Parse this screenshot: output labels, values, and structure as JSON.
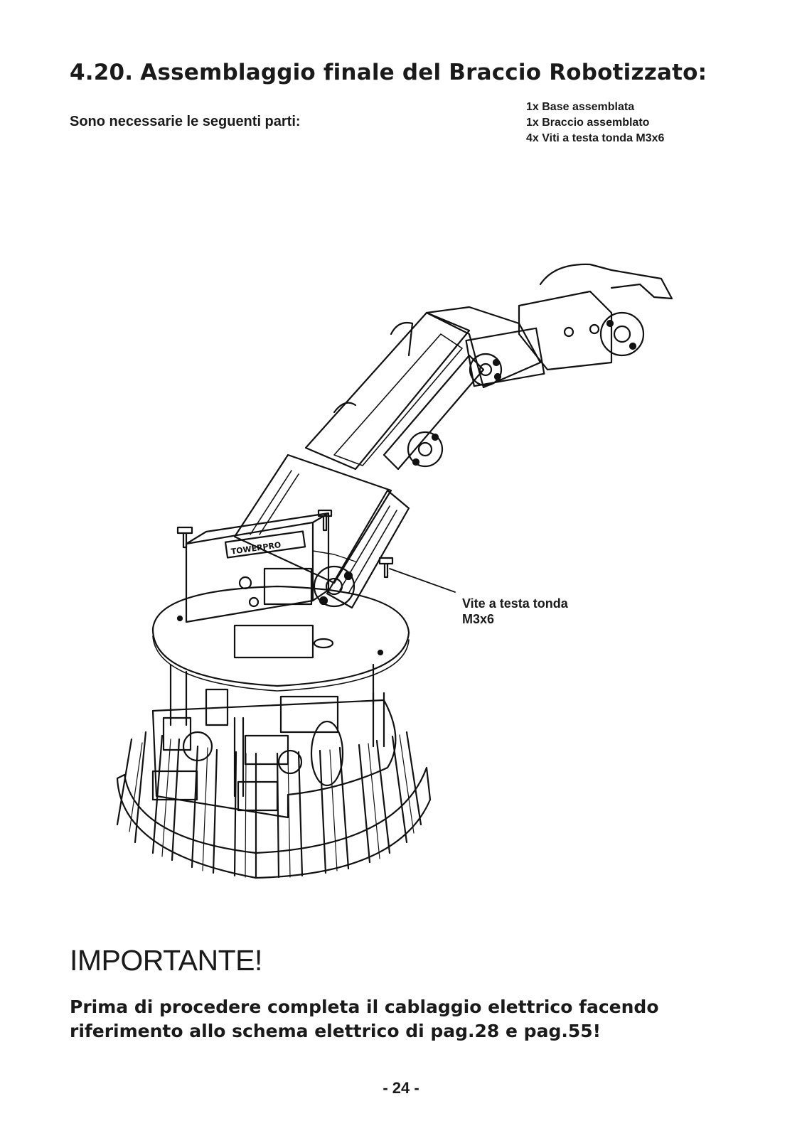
{
  "section": {
    "number": "4.20.",
    "title": "Assemblaggio finale del Braccio Robotizzato:"
  },
  "parts_intro": "Sono necessarie le seguenti parti:",
  "parts_list": [
    "1x Base assemblata",
    "1x Braccio assemblato",
    "4x Viti a testa tonda M3x6"
  ],
  "figure": {
    "callout": "Vite a testa tonda\nM3x6",
    "servo_label": "TOWERPRO"
  },
  "important": {
    "title": "IMPORTANTE!",
    "text": "Prima di procedere completa il cablaggio elettrico facendo riferimento allo schema elettrico di pag.28 e pag.55!"
  },
  "page_number": "- 24 -"
}
